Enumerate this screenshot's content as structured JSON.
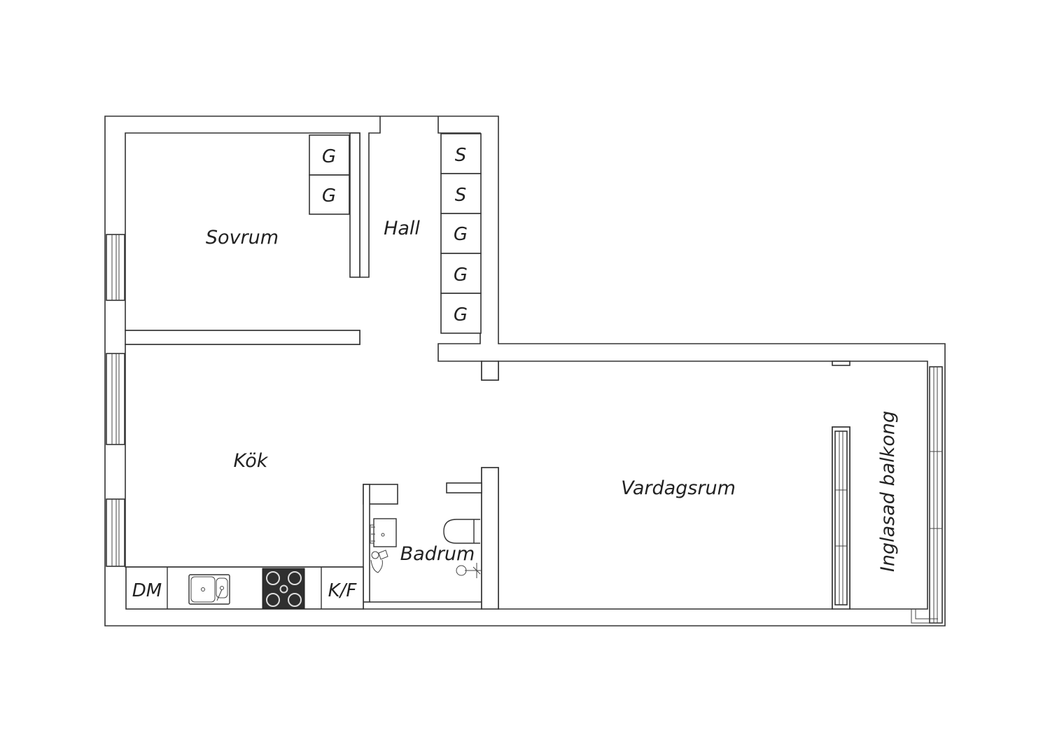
{
  "rooms": {
    "sovrum": "Sovrum",
    "hall": "Hall",
    "kok": "Kök",
    "badrum": "Badrum",
    "vardagsrum": "Vardagsrum",
    "balkong": "Inglasad balkong"
  },
  "closets": {
    "sovrum_top": "G",
    "sovrum_bottom": "G",
    "hall_1": "S",
    "hall_2": "S",
    "hall_3": "G",
    "hall_4": "G",
    "hall_5": "G"
  },
  "kitchen": {
    "dishwasher": "DM",
    "fridge_freezer": "K/F"
  },
  "colors": {
    "wall_stroke": "#333333",
    "stove": "#2f2f2f",
    "background": "#ffffff"
  }
}
